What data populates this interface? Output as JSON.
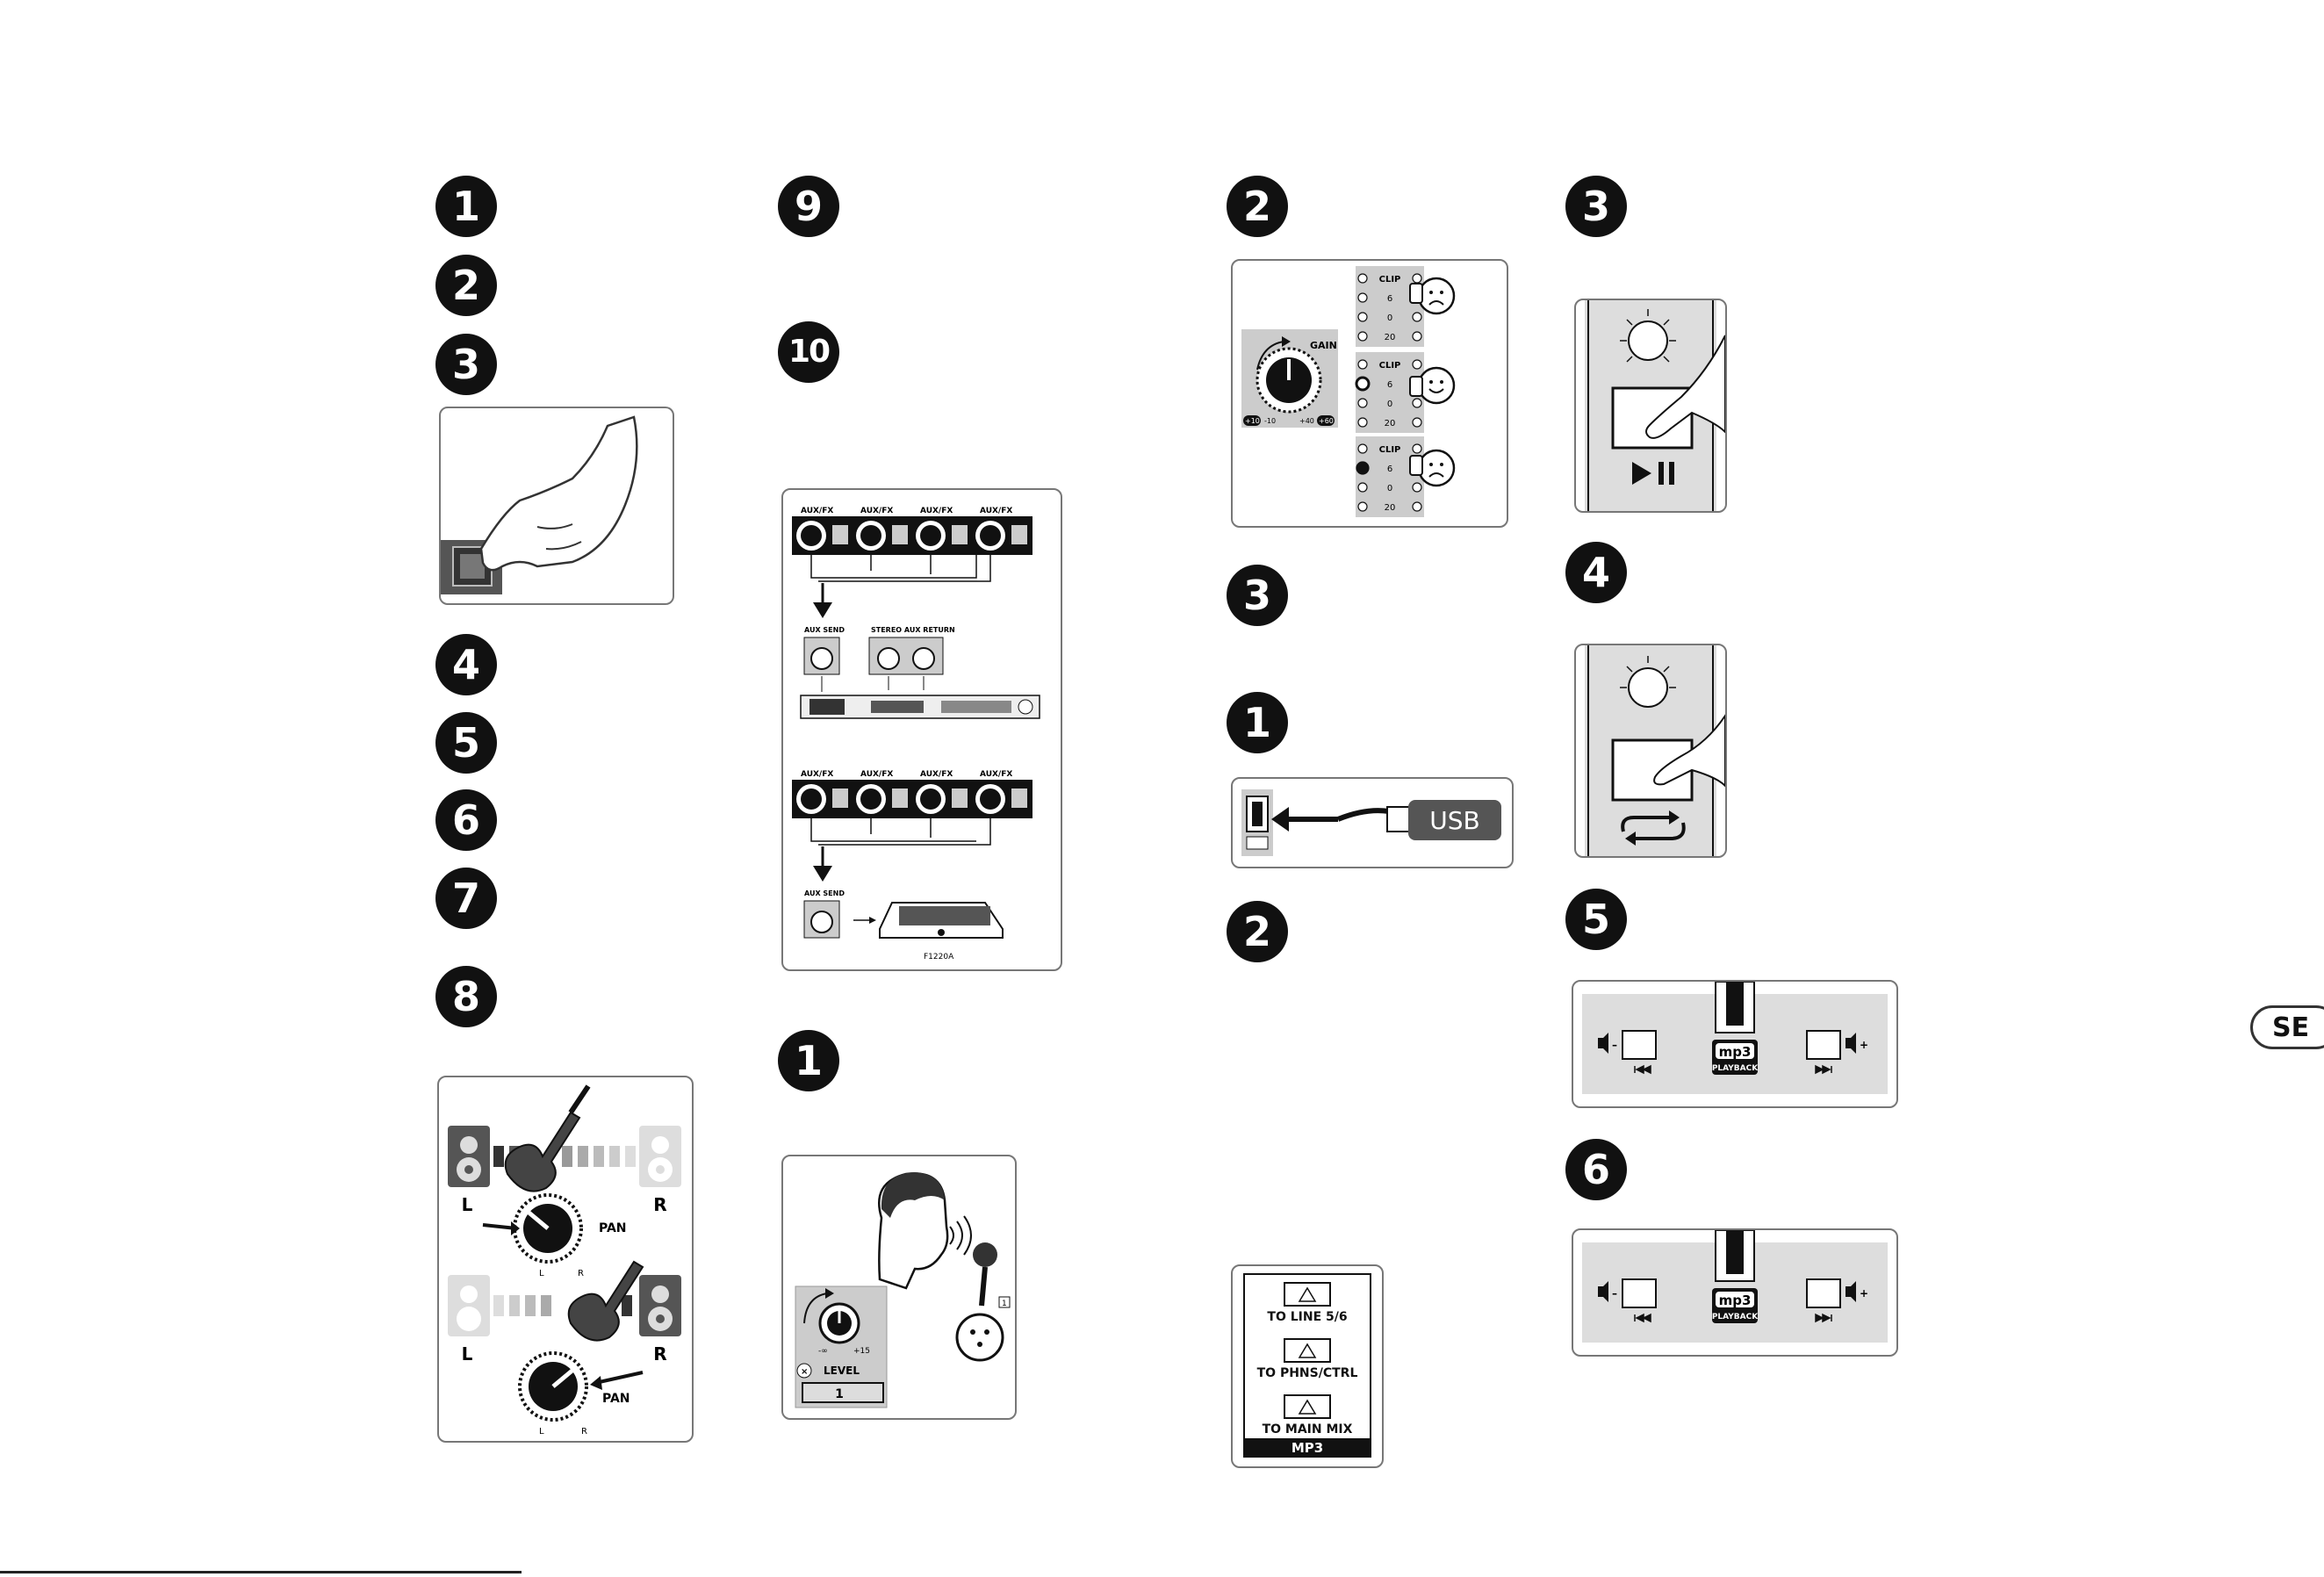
{
  "steps": {
    "c1": [
      "1",
      "2",
      "3",
      "4",
      "5",
      "6",
      "7",
      "8"
    ],
    "c2": [
      "9",
      "10",
      "1"
    ],
    "c3": [
      "2",
      "3",
      "1",
      "2"
    ],
    "c4": [
      "3",
      "4",
      "5",
      "6"
    ]
  },
  "gain_panel": {
    "meter_labels": [
      "CLIP",
      "6",
      "0",
      "20"
    ],
    "gain_label": "GAIN",
    "scale_left": "+10",
    "scale_left2": "-10",
    "scale_right": "+40",
    "scale_right2": "+60"
  },
  "aux_panel": {
    "knob_label": "AUX/FX",
    "aux_send": "AUX SEND",
    "stereo_return": "STEREO AUX RETURN",
    "device": "F1220A"
  },
  "pan_panel": {
    "left": "L",
    "right": "R",
    "pan": "PAN"
  },
  "level_panel": {
    "level": "LEVEL",
    "channel": "1",
    "min": "-∞",
    "max": "+15"
  },
  "usb_panel": {
    "usb": "USB"
  },
  "route_panel": {
    "items": [
      "TO LINE 5/6",
      "TO PHNS/CTRL",
      "TO MAIN MIX"
    ],
    "footer": "MP3"
  },
  "mp3_panel": {
    "logo": "mp3",
    "sub": "PLAYBACK"
  },
  "lang_badge": "SE"
}
